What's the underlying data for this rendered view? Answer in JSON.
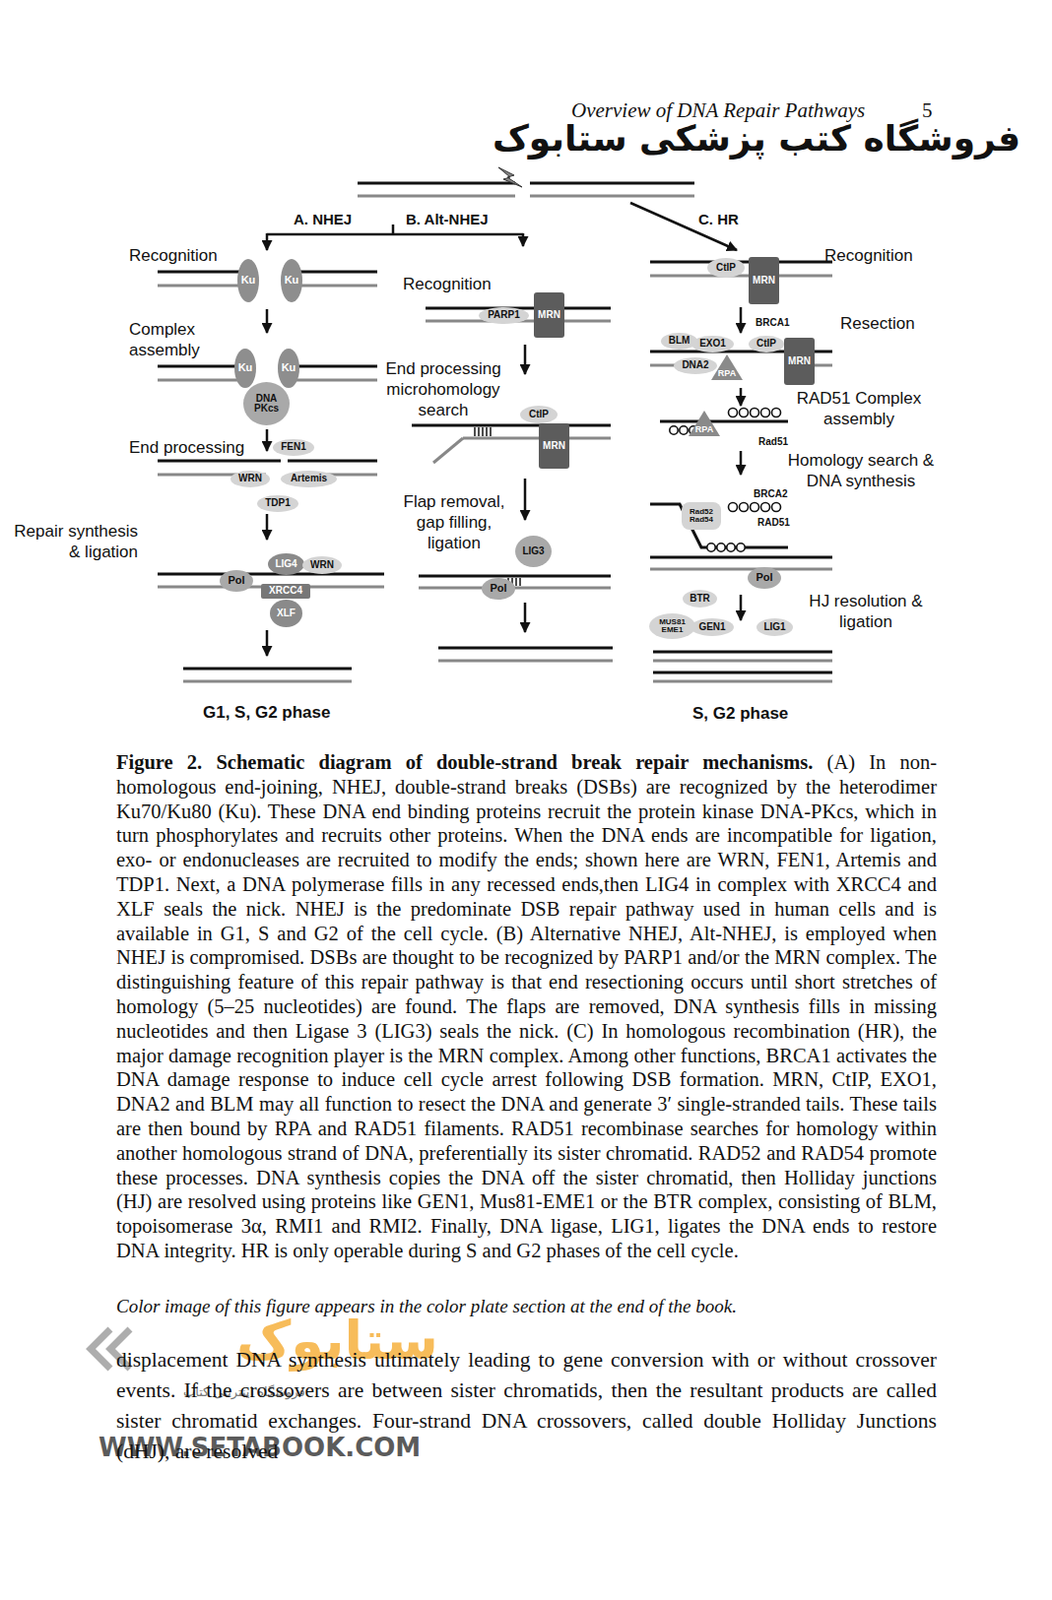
{
  "diagram": {
    "title": "Figure 2. Schematic diagram of double-strand break repair mechanisms.",
    "caption": "(A) In non-homologous end-joining, NHEJ, double-strand breaks (DSBs) are recognized by the heterodimer Ku70/Ku80 (Ku). These DNA end binding proteins recruit the protein kinase DNA-PKcs, which in turn phosphorylates and recruits other proteins. When the DNA ends are incompatible for ligation, exo- or endonucleases are recruited to modify the ends; shown here are WRN, FEN1, Artemis and TDP1. Next, a DNA polymerase fills in any recessed ends,then LIG4 in complex with XRCC4 and XLF seals the nick. NHEJ is the predominate DSB repair pathway used in human cells and is available in G1, S and G2 of the cell cycle. (B) Alternative NHEJ, Alt-NHEJ, is employed when NHEJ is compromised. DSBs are thought to be recognized by PARP1 and/or the MRN complex. The distinguishing feature of this repair pathway is that end resectioning occurs until short stretches of homology (5–25 nucleotides) are found. The flaps are removed, DNA synthesis fills in missing nucleotides and then Ligase 3 (LIG3) seals the nick. (C) In homologous recombination (HR), the major damage recognition player is the MRN complex. Among other functions, BRCA1 activates the DNA damage response to induce cell cycle arrest following DSB formation. MRN, CtIP, EXO1, DNA2 and BLM may all function to resect the DNA and generate 3′ single-stranded tails. These tails are then bound by RPA and RAD51 filaments. RAD51 recombinase searches for homology within another homologous strand of DNA, preferentially its sister chromatid. RAD52 and RAD54 promote these processes. DNA synthesis copies the DNA off the sister chromatid, then Holliday junctions (HJ) are resolved using proteins like GEN1, Mus81-EME1 or the BTR complex, consisting of BLM, topoisomerase 3α, RMI1 and RMI2. Finally, DNA ligase, LIG1, ligates the DNA ends to restore DNA integrity. HR is only operable during S and G2 phases of the cell cycle.",
    "nodes": [
      {
        "text": [
          "Ku"
        ]
      },
      {
        "text": [
          "Ku"
        ]
      },
      {
        "text": [
          "Ku"
        ]
      },
      {
        "text": [
          "Ku"
        ]
      },
      {
        "text": [
          "DNA PKcs"
        ]
      },
      {
        "text": [
          "FEN1"
        ]
      },
      {
        "text": [
          "WRN"
        ]
      },
      {
        "text": [
          "Artemis"
        ]
      },
      {
        "text": [
          "TDP1"
        ]
      },
      {
        "text": [
          "LIG4"
        ]
      },
      {
        "text": [
          "WRN"
        ]
      },
      {
        "text": [
          "Pol"
        ]
      },
      {
        "text": [
          "XRCC4"
        ]
      },
      {
        "text": [
          "XLF"
        ]
      },
      {
        "text": [
          "PARP1"
        ]
      },
      {
        "text": [
          "MRN"
        ]
      },
      {
        "text": [
          "CtIP"
        ]
      },
      {
        "text": [
          "MRN"
        ]
      },
      {
        "text": [
          "LIG3"
        ]
      },
      {
        "text": [
          "Pol"
        ]
      },
      {
        "text": [
          "CtIP"
        ]
      },
      {
        "text": [
          "MRN"
        ]
      },
      {
        "text": [
          "CtIP"
        ]
      },
      {
        "text": [
          "BLM"
        ]
      },
      {
        "text": [
          "EXO1"
        ]
      },
      {
        "text": [
          "DNA2"
        ]
      },
      {
        "text": [
          "RPA"
        ]
      },
      {
        "text": [
          "MRN"
        ]
      },
      {
        "text": [
          "RPA"
        ]
      },
      {
        "text": [
          "Rad52 Rad54"
        ]
      },
      {
        "text": [
          "Pol"
        ]
      },
      {
        "text": [
          "BTR"
        ]
      },
      {
        "text": [
          "MUS81 EME1"
        ]
      },
      {
        "text": [
          "GEN1"
        ]
      },
      {
        "text": [
          "LIG1"
        ]
      }
    ],
    "labels": [
      "Overview of DNA Repair Pathways",
      "5",
      "فروشگاه کتب پزشکی ستابوک",
      "A. NHEJ",
      "B. Alt-NHEJ",
      "C. HR",
      "Recognition",
      "Complex assembly",
      "End processing",
      "Repair synthesis & ligation",
      "Recognition",
      "End processing microhomology search",
      "Flap removal, gap filling, ligation",
      "Recognition",
      "Resection",
      "RAD51 Complex assembly",
      "Homology search & DNA synthesis",
      "HJ resolution & ligation",
      "BRCA1",
      "Rad51",
      "BRCA2",
      "RAD51",
      "G1, S, G2 phase",
      "S, G2 phase",
      "Color image of this figure appears in the color plate section at the end of the book.",
      "displacement DNA synthesis ultimately leading to gene conversion with or without crossover events. If the crossovers are between sister chromatids, then the resultant products are called sister chromatid exchanges. Four-strand DNA crossovers, called double Holliday Junctions (dHJ), are resolved",
      "ستابوک",
      "فروشگاه اینترنتی کتاب",
      "WWW.SETABOOK.COM"
    ]
  }
}
